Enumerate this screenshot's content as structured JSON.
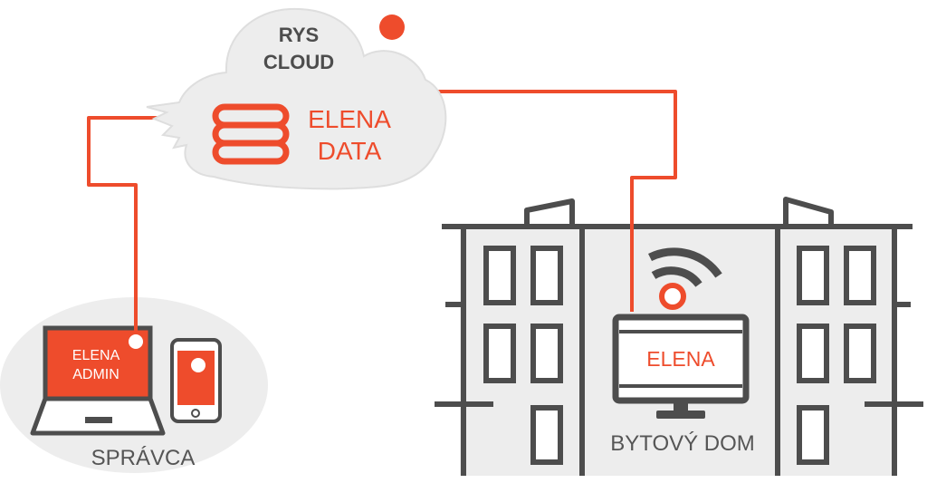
{
  "cloud": {
    "title_line1": "RYS",
    "title_line2": "CLOUD",
    "data_line1": "ELENA",
    "data_line2": "DATA",
    "database_icon": "database-icon"
  },
  "admin": {
    "laptop_line1": "ELENA",
    "laptop_line2": "ADMIN",
    "caption": "SPRÁVCA",
    "laptop_icon": "laptop-icon",
    "phone_icon": "smartphone-icon"
  },
  "building": {
    "monitor_label": "ELENA",
    "caption": "BYTOVÝ DOM",
    "wifi_icon": "wifi-icon",
    "monitor_icon": "monitor-icon"
  },
  "colors": {
    "accent": "#ee4c2c",
    "outline": "#4d4d4d",
    "fill_light": "#ededed",
    "text_gray": "#555555"
  }
}
